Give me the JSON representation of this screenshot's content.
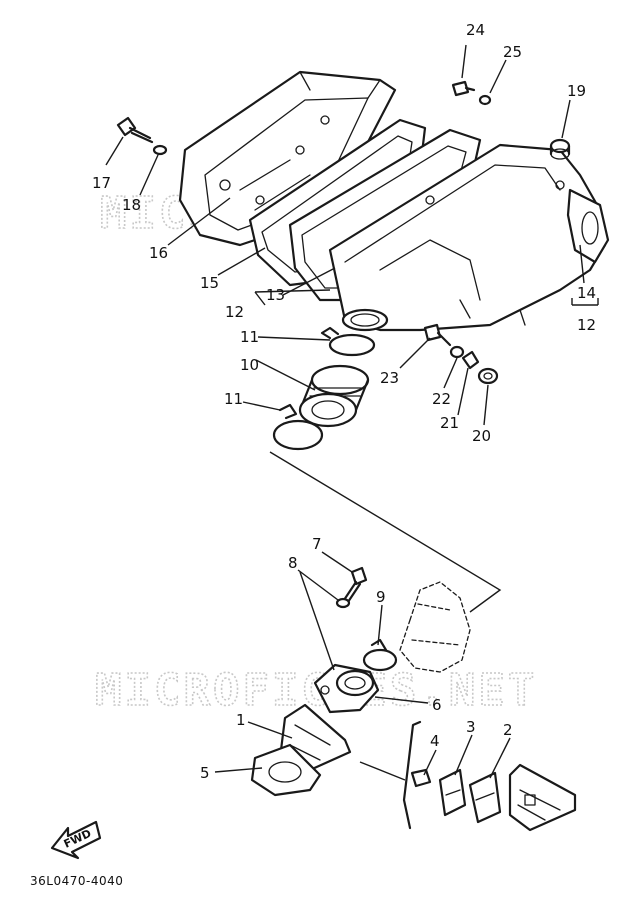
{
  "diagram": {
    "part_code": "36L0470-4040",
    "fwd_label": "FWD",
    "watermark_top": "MICROFICHES.NET",
    "watermark_bottom": "MICROFICHES.NET"
  },
  "callouts": [
    {
      "id": "c1",
      "text": "1"
    },
    {
      "id": "c2",
      "text": "2"
    },
    {
      "id": "c3",
      "text": "3"
    },
    {
      "id": "c4",
      "text": "4"
    },
    {
      "id": "c5",
      "text": "5"
    },
    {
      "id": "c6",
      "text": "6"
    },
    {
      "id": "c7",
      "text": "7"
    },
    {
      "id": "c8",
      "text": "8"
    },
    {
      "id": "c9",
      "text": "9"
    },
    {
      "id": "c10",
      "text": "10"
    },
    {
      "id": "c11a",
      "text": "11"
    },
    {
      "id": "c11b",
      "text": "11"
    },
    {
      "id": "c12a",
      "text": "12"
    },
    {
      "id": "c12b",
      "text": "12"
    },
    {
      "id": "c13",
      "text": "13"
    },
    {
      "id": "c14",
      "text": "14"
    },
    {
      "id": "c15",
      "text": "15"
    },
    {
      "id": "c16",
      "text": "16"
    },
    {
      "id": "c17",
      "text": "17"
    },
    {
      "id": "c18",
      "text": "18"
    },
    {
      "id": "c19",
      "text": "19"
    },
    {
      "id": "c20",
      "text": "20"
    },
    {
      "id": "c21",
      "text": "21"
    },
    {
      "id": "c22",
      "text": "22"
    },
    {
      "id": "c23",
      "text": "23"
    },
    {
      "id": "c24",
      "text": "24"
    },
    {
      "id": "c25",
      "text": "25"
    }
  ]
}
